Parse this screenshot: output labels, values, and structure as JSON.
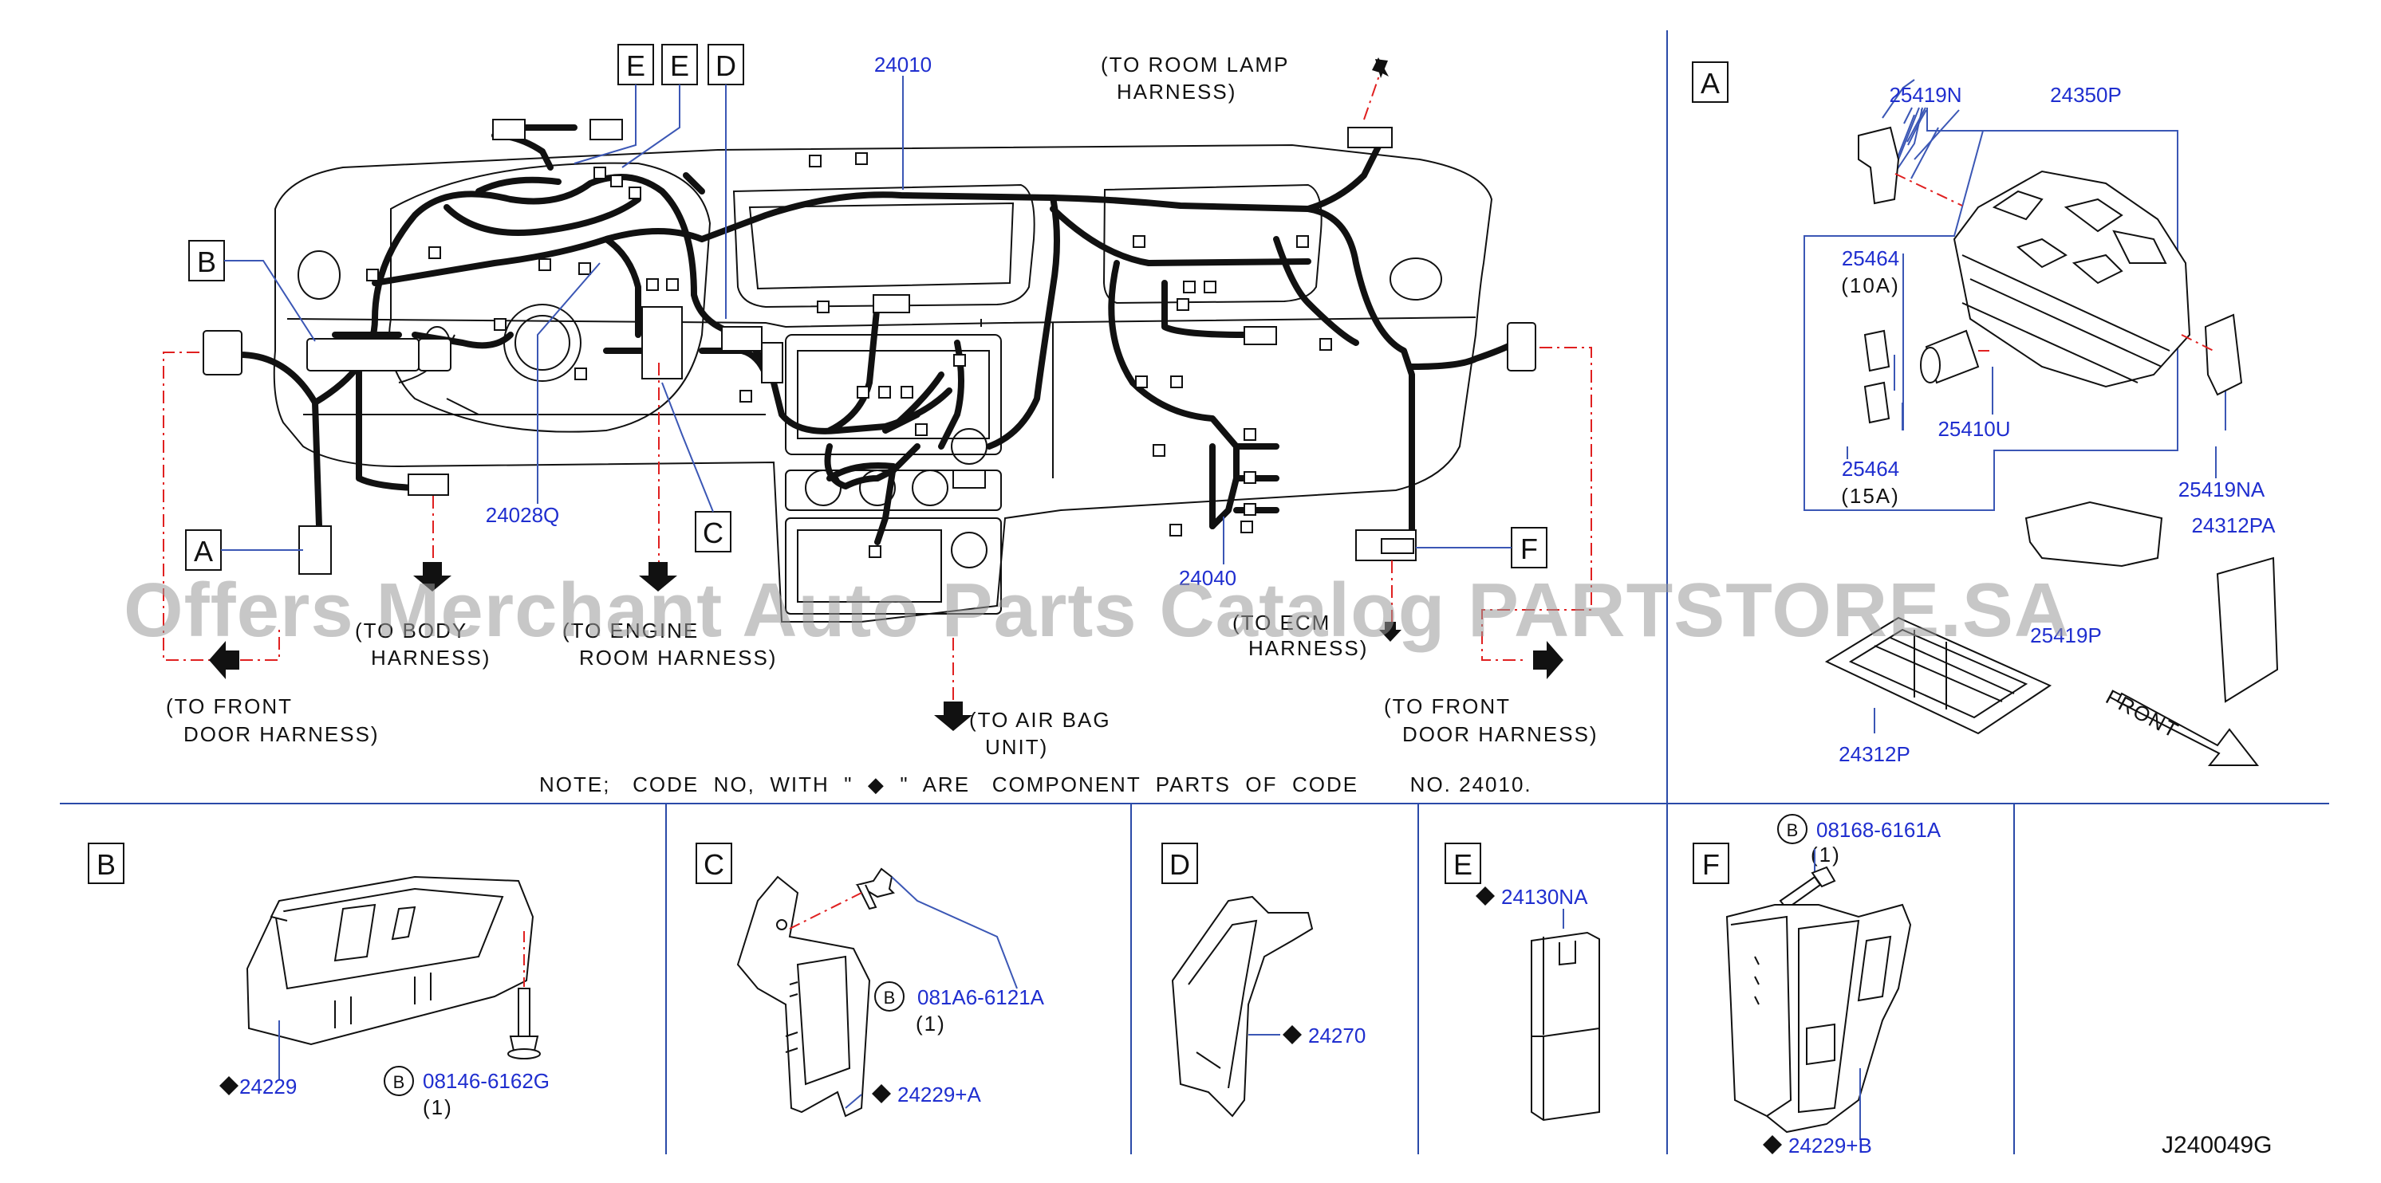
{
  "diagram": {
    "drawing_code": "J240049G",
    "watermark": "Offers Merchant Auto Parts Catalog PARTSTORE.SA",
    "note": "NOTE;   CODE  NO,  WITH  \"  ◆  \"  ARE   COMPONENT  PARTS  OF  CODE       NO. 24010.",
    "main_view": {
      "part_numbers": {
        "harness": "24010",
        "p24028q": "24028Q",
        "p24040": "24040"
      },
      "callouts": {
        "e1": "E",
        "e2": "E",
        "d": "D",
        "b": "B",
        "a": "A",
        "c": "C",
        "f": "F"
      },
      "destinations": {
        "room_lamp_1": "(TO  ROOM  LAMP",
        "room_lamp_2": "HARNESS)",
        "body_1": "(TO  BODY",
        "body_2": "HARNESS)",
        "engine_1": "(TO  ENGINE",
        "engine_2": "ROOM  HARNESS)",
        "ecm_1": "(TO  ECM",
        "ecm_2": "HARNESS)",
        "front_door_l_1": "(TO  FRONT",
        "front_door_l_2": "DOOR  HARNESS)",
        "front_door_r_1": "(TO  FRONT",
        "front_door_r_2": "DOOR  HARNESS)",
        "airbag_1": "(TO  AIR  BAG",
        "airbag_2": "UNIT)"
      }
    },
    "panel_a": {
      "label": "A",
      "parts": {
        "p25419n": "25419N",
        "p24350p": "24350P",
        "p25464_10": "25464",
        "rating_10": "(10A)",
        "p25410u": "25410U",
        "p25464_15": "25464",
        "rating_15": "(15A)",
        "p25419na": "25419NA",
        "p24312pa": "24312PA",
        "p25419p": "25419P",
        "p24312p": "24312P"
      },
      "front_label": "FRONT"
    },
    "panel_b": {
      "label": "B",
      "bolt_circle": "B",
      "p24229": "24229",
      "bolt": "08146-6162G",
      "qty": "(1)"
    },
    "panel_c": {
      "label": "C",
      "bolt_circle": "B",
      "bolt": "081A6-6121A",
      "qty": "(1)",
      "p24229a": "24229+A"
    },
    "panel_d": {
      "label": "D",
      "p24270": "24270"
    },
    "panel_e": {
      "label": "E",
      "p24130na": "24130NA"
    },
    "panel_f": {
      "label": "F",
      "bolt_circle": "B",
      "bolt": "08168-6161A",
      "qty": "(1)",
      "p24229b": "24229+B"
    },
    "colors": {
      "part_number": "#1f2ecf",
      "divider": "#2a4aa8",
      "leader": "#3b57b5",
      "center_line": "#e02020",
      "line_art": "#111111"
    }
  }
}
